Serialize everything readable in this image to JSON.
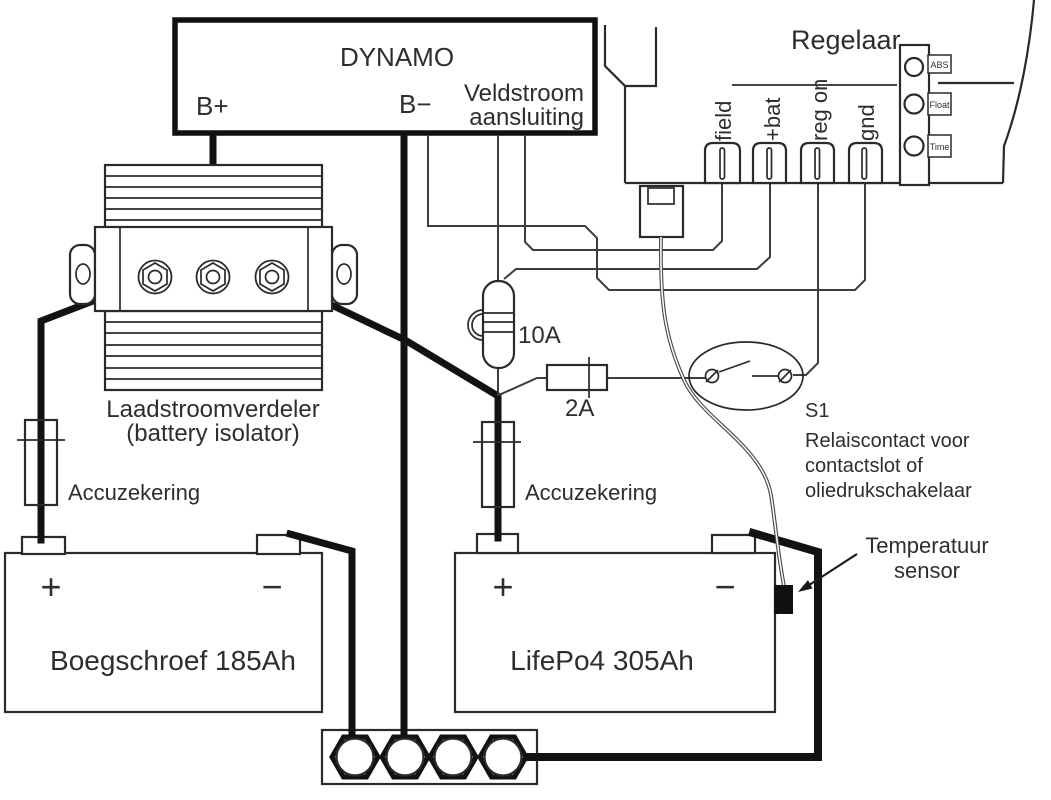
{
  "diagram": {
    "dynamo": {
      "title": "DYNAMO",
      "terminal_bplus": "B+",
      "terminal_bminus": "B−",
      "veldstroom_line1": "Veldstroom",
      "veldstroom_line2": "aansluiting"
    },
    "regelaar": {
      "title": "Regelaar",
      "terminals": [
        "field",
        "+bat",
        "reg on",
        "gnd"
      ],
      "leds": [
        "ABS",
        "Float",
        "Time"
      ]
    },
    "isolator": {
      "label_line1": "Laadstroomverdeler",
      "label_line2": "(battery isolator)"
    },
    "fuses": {
      "fuse_10a": "10A",
      "fuse_2a": "2A",
      "battery_fuse_left": "Accuzekering",
      "battery_fuse_right": "Accuzekering"
    },
    "relay": {
      "id": "S1",
      "desc_line1": "Relaiscontact voor",
      "desc_line2": "contactslot of",
      "desc_line3": "oliedrukschakelaar"
    },
    "temp_sensor": {
      "label_line1": "Temperatuur",
      "label_line2": "sensor"
    },
    "batteries": {
      "left": {
        "label": "Boegschroef 185Ah",
        "plus": "+",
        "minus": "−"
      },
      "right": {
        "label": "LifePo4 305Ah",
        "plus": "+",
        "minus": "−"
      }
    },
    "colors": {
      "thick_wire": "#121212",
      "thin_wire": "#3c3c3c",
      "text": "#2e2e2e",
      "sensor_body": "#111111"
    }
  }
}
